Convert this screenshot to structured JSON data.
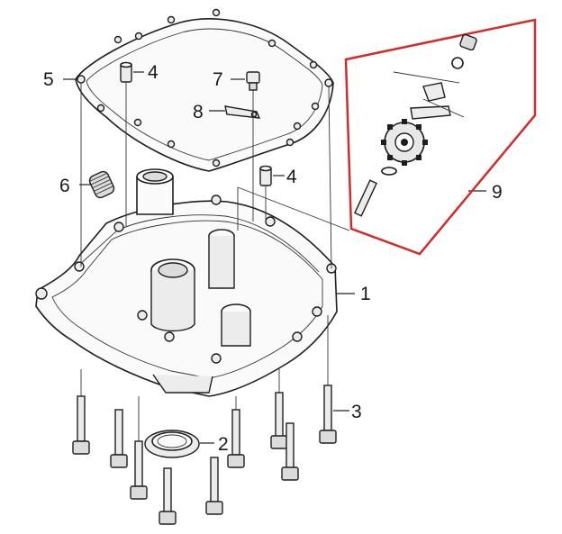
{
  "callouts": {
    "c1": "1",
    "c2": "2",
    "c3": "3",
    "c4a": "4",
    "c4b": "4",
    "c5": "5",
    "c6": "6",
    "c7": "7",
    "c8": "8",
    "c9": "9"
  },
  "colors": {
    "line": "#1e1e1e",
    "highlight": "#d42a2a",
    "background": "#ffffff"
  }
}
